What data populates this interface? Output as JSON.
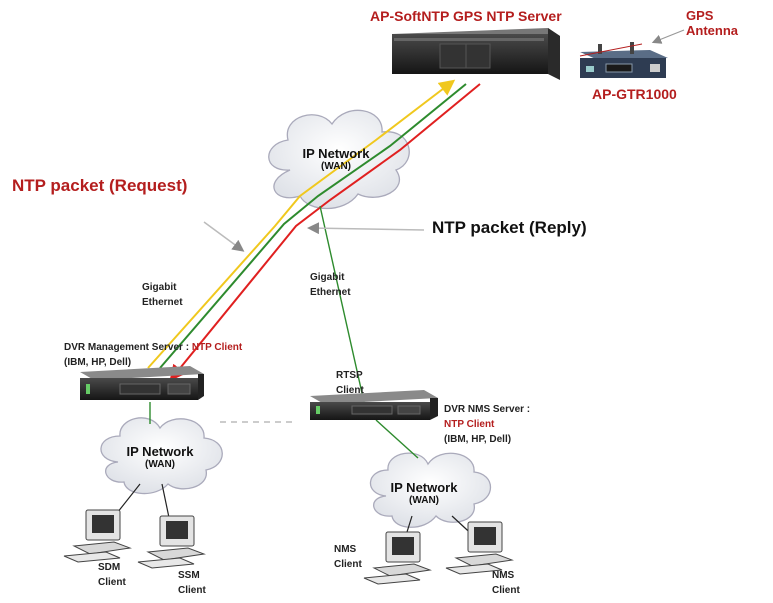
{
  "server": {
    "title": "AP-SoftNTP  GPS NTP Server",
    "receiver": "AP-GTR1000"
  },
  "gps": {
    "line1": "GPS",
    "line2": "Antenna"
  },
  "ntp_request": "NTP packet (Request)",
  "ntp_reply": "NTP packet (Reply)",
  "wan_top": {
    "name": "IP Network",
    "sub": "(WAN)"
  },
  "wan_left": {
    "name": "IP Network",
    "sub": "(WAN)"
  },
  "wan_right": {
    "name": "IP Network",
    "sub": "(WAN)"
  },
  "gigabit_left": {
    "line1": "Gigabit",
    "line2": "Ethernet"
  },
  "gigabit_right": {
    "line1": "Gigabit",
    "line2": "Ethernet"
  },
  "dvr_mgmt": {
    "prefix": "DVR Management Server : ",
    "role": "NTP Client",
    "vendors": "(IBM, HP, Dell)"
  },
  "rtsp": {
    "line1": "RTSP",
    "line2": "Client"
  },
  "dvr_nms": {
    "line1": "DVR NMS Server :",
    "role": "NTP Client",
    "vendors": "(IBM, HP, Dell)"
  },
  "clients": {
    "sdm": {
      "line1": "SDM",
      "line2": "Client"
    },
    "ssm": {
      "line1": "SSM",
      "line2": "Client"
    },
    "nms_left": {
      "line1": "NMS",
      "line2": "Client"
    },
    "nms_right": {
      "line1": "NMS",
      "line2": "Client"
    }
  },
  "colors": {
    "label_red": "#b41e1e",
    "yellow": "#f0c81e",
    "green": "#2e8b2e",
    "red": "#e02020",
    "cloud_fill": "#f2f3f6"
  }
}
